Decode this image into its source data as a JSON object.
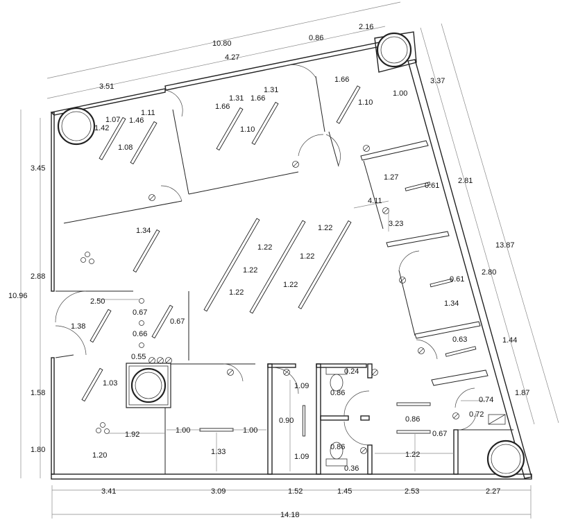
{
  "dimensions": {
    "outer_top": [
      "10.80",
      "0.86",
      "2.16"
    ],
    "top_inner": [
      "4.27",
      "3.51"
    ],
    "left_side": [
      "10.96",
      "3.45",
      "2.88",
      "1.58",
      "1.80"
    ],
    "right_side": [
      "3.37",
      "2.81",
      "13.87",
      "2.80",
      "1.44",
      "1.87"
    ],
    "bottom": [
      "3.41",
      "3.09",
      "1.52",
      "1.45",
      "2.53",
      "2.27"
    ],
    "bottom_total": "14.18"
  },
  "interior_labels": [
    "1.07",
    "1.11",
    "1.42",
    "1.46",
    "1.08",
    "1.31",
    "1.31",
    "1.66",
    "1.66",
    "1.10",
    "1.66",
    "1.10",
    "1.00",
    "1.27",
    "0.61",
    "4.11",
    "3.23",
    "1.34",
    "1.22",
    "1.22",
    "1.22",
    "1.22",
    "1.22",
    "1.22",
    "0.61",
    "1.34",
    "0.63",
    "2.50",
    "0.67",
    "0.67",
    "0.66",
    "0.55",
    "1.38",
    "1.03",
    "0.24",
    "1.09",
    "0.86",
    "0.90",
    "0.86",
    "1.09",
    "0.36",
    "0.86",
    "0.67",
    "1.22",
    "0.74",
    "0.72",
    "1.92",
    "1.00",
    "1.00",
    "1.33",
    "1.20"
  ]
}
